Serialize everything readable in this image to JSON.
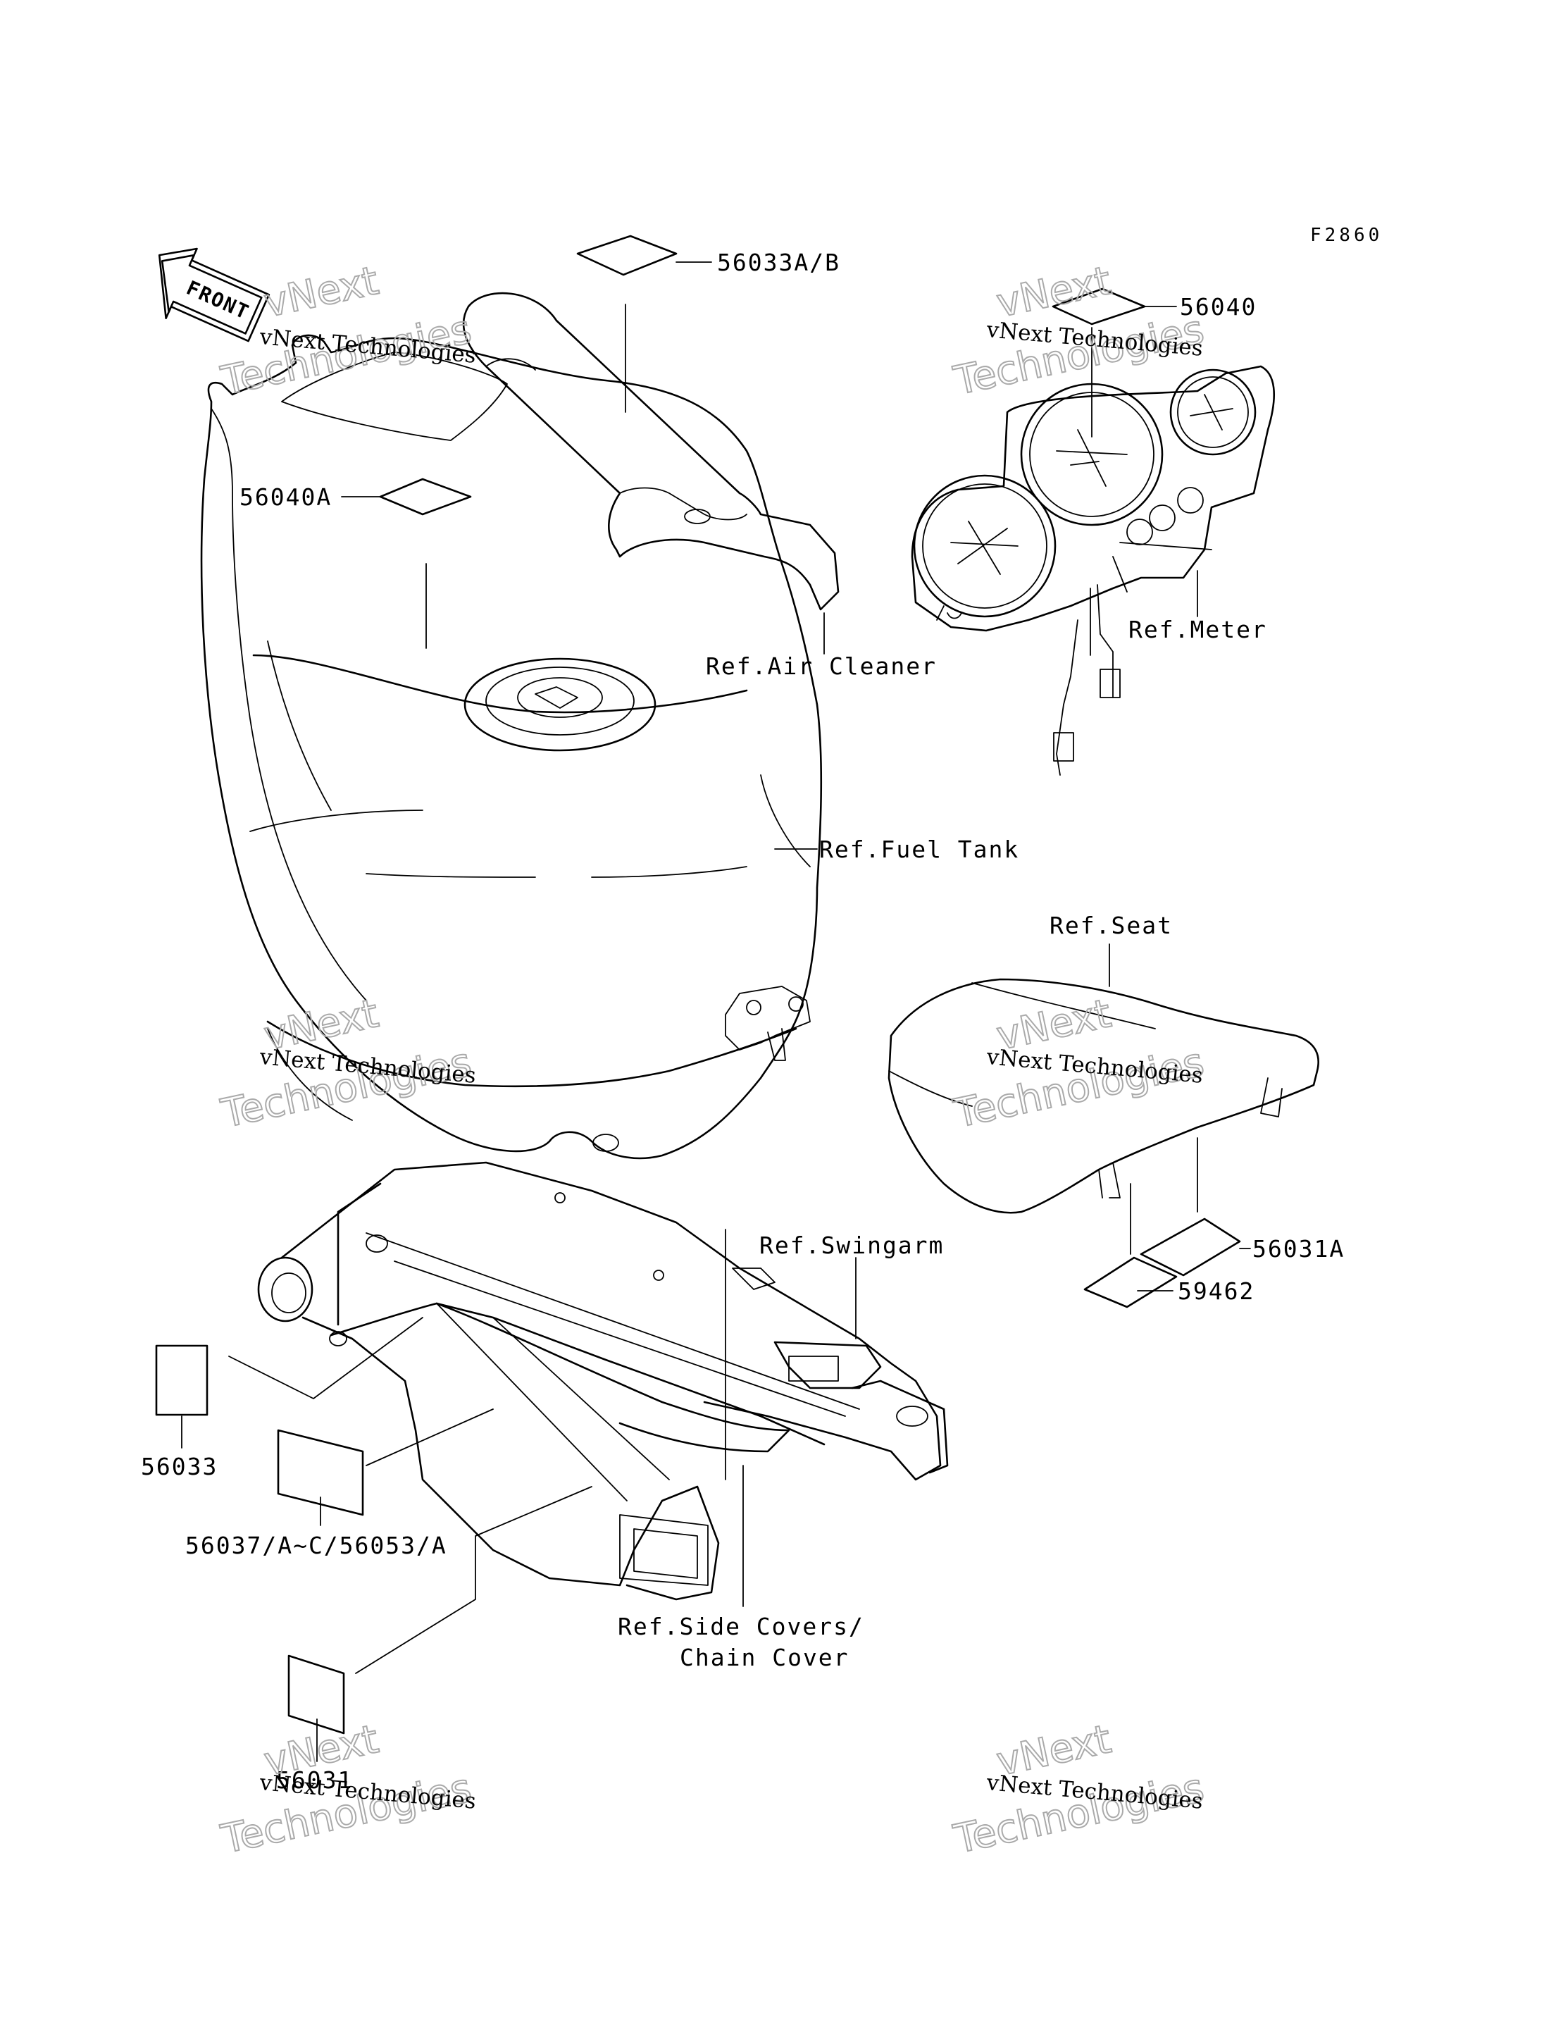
{
  "figure_id": "F2860",
  "front_label": "FRONT",
  "watermark": {
    "line1": "vNext Technologies",
    "line2": "vNext",
    "line3": "Technologies"
  },
  "part_labels": {
    "p_56033ab": "56033A/B",
    "p_56040": "56040",
    "p_56040a": "56040A",
    "p_56031a": "56031A",
    "p_59462": "59462",
    "p_56033": "56033",
    "p_56037": "56037/A~C/56053/A",
    "p_56031": "56031"
  },
  "ref_labels": {
    "air_cleaner": "Ref.Air Cleaner",
    "meter": "Ref.Meter",
    "fuel_tank": "Ref.Fuel Tank",
    "seat": "Ref.Seat",
    "swingarm": "Ref.Swingarm",
    "side_covers_1": "Ref.Side Covers/",
    "side_covers_2": "Chain Cover"
  }
}
